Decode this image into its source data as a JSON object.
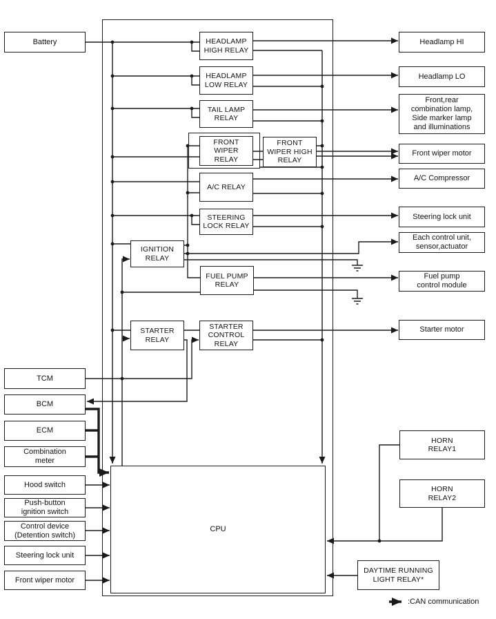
{
  "boxes": {
    "battery": "Battery",
    "tcm": "TCM",
    "bcm": "BCM",
    "ecm": "ECM",
    "comb_meter": "Combination\nmeter",
    "hood_switch": "Hood switch",
    "push_button": "Push-button\nignition switch",
    "control_device": "Control device\n(Detention switch)",
    "steering_lock_left": "Steering lock unit",
    "front_wiper_left": "Front wiper motor",
    "relay_headlamp_high": "HEADLAMP\nHIGH RELAY",
    "relay_headlamp_low": "HEADLAMP\nLOW RELAY",
    "relay_tail_lamp": "TAIL LAMP\nRELAY",
    "relay_front_wiper": "FRONT\nWIPER\nRELAY",
    "relay_front_wiper_high": "FRONT\nWIPER HIGH\nRELAY",
    "relay_ac": "A/C RELAY",
    "relay_steering_lock": "STEERING\nLOCK RELAY",
    "relay_ignition": "IGNITION\nRELAY",
    "relay_fuel_pump": "FUEL PUMP\nRELAY",
    "relay_starter": "STARTER\nRELAY",
    "relay_starter_control": "STARTER\nCONTROL\nRELAY",
    "cpu": "CPU",
    "out_headlamp_hi": "Headlamp HI",
    "out_headlamp_lo": "Headlamp LO",
    "out_combination_lamp": "Front,rear\ncombination lamp,\nSide marker lamp\nand illuminations",
    "out_front_wiper_motor": "Front wiper motor",
    "out_ac_compressor": "A/C Compressor",
    "out_steering_lock_unit": "Steering lock unit",
    "out_each_control_unit": "Each control unit,\nsensor,actuator",
    "out_fuel_pump_module": "Fuel pump\ncontrol module",
    "out_starter_motor": "Starter motor",
    "horn_relay1": "HORN\nRELAY1",
    "horn_relay2": "HORN\nRELAY2",
    "daytime_running": "DAYTIME RUNNING\nLIGHT RELAY*"
  },
  "legend": {
    "can": ":CAN communication"
  },
  "colors": {
    "line": "#1a1a1a",
    "background": "#ffffff"
  }
}
